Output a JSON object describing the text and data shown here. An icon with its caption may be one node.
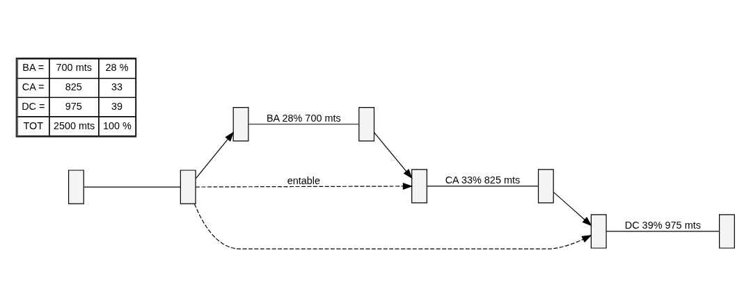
{
  "diagram": {
    "nodes": [
      {
        "text": [],
        "shape": "box"
      },
      {
        "text": [],
        "shape": "box"
      },
      {
        "text": [],
        "shape": "box"
      },
      {
        "text": [],
        "shape": "box"
      },
      {
        "text": [],
        "shape": "box"
      },
      {
        "text": [],
        "shape": "box"
      },
      {
        "text": [],
        "shape": "box"
      },
      {
        "text": [],
        "shape": "box"
      }
    ],
    "edges": [
      {
        "from": 0,
        "to": 1,
        "arrow": "none"
      },
      {
        "from": 1,
        "to": 2,
        "arrow": "to"
      },
      {
        "from": 1,
        "to": 4,
        "arrow": "to",
        "style": "dashed",
        "label": "entable"
      },
      {
        "from": 1,
        "to": 6,
        "arrow": "to",
        "style": "dashed"
      },
      {
        "from": 2,
        "to": 3,
        "arrow": "none",
        "label": "BA 28% 700 mts"
      },
      {
        "from": 3,
        "to": 4,
        "arrow": "to"
      },
      {
        "from": 4,
        "to": 5,
        "arrow": "none",
        "label": "CA 33% 825 mts"
      },
      {
        "from": 5,
        "to": 6,
        "arrow": "to"
      },
      {
        "from": 6,
        "to": 7,
        "arrow": "none",
        "label": "DC 39% 975 mts"
      }
    ],
    "labels": [
      "BA =",
      "700 mts",
      "28 %",
      "CA =",
      "825",
      "33",
      "DC =",
      "975",
      "39",
      "TOT",
      "2500 mts",
      "100 %"
    ]
  }
}
